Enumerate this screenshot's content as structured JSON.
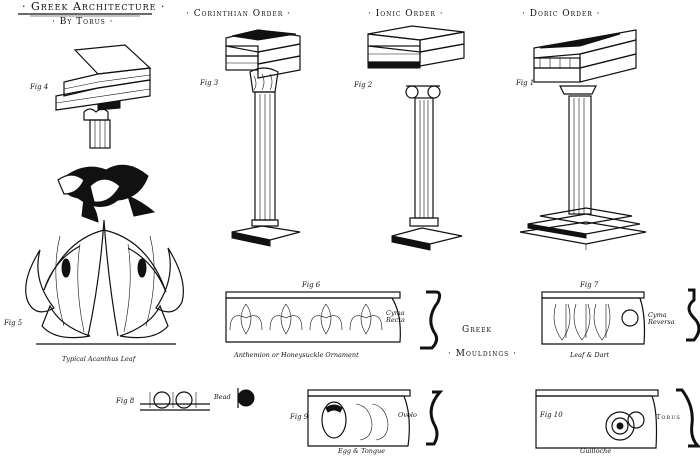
{
  "plate": {
    "title": "Greek Architecture",
    "byline": "By Torus",
    "orders": [
      {
        "name": "Corinthian Order",
        "fig": "Fig 3"
      },
      {
        "name": "Ionic Order",
        "fig": "Fig 2"
      },
      {
        "name": "Doric Order",
        "fig": "Fig 1"
      }
    ],
    "entablature_fig": "Fig 4",
    "acanthus": {
      "fig": "Fig 5",
      "caption": "Typical Acanthus Leaf"
    },
    "mouldings_heading": [
      "Greek",
      "Mouldings"
    ],
    "mouldings": [
      {
        "fig": "Fig 6",
        "name": "Cyma Recta",
        "caption": "Anthemion or Honeysuckle Ornament"
      },
      {
        "fig": "Fig 7",
        "name": "Cyma Reversa",
        "caption": "Leaf & Dart"
      },
      {
        "fig": "Fig 8",
        "name": "Bead",
        "caption": ""
      },
      {
        "fig": "Fig 9",
        "name": "Ovolo",
        "caption": "Egg & Tongue"
      },
      {
        "fig": "Fig 10",
        "name": "Torus",
        "caption": "Guilloche"
      }
    ]
  }
}
